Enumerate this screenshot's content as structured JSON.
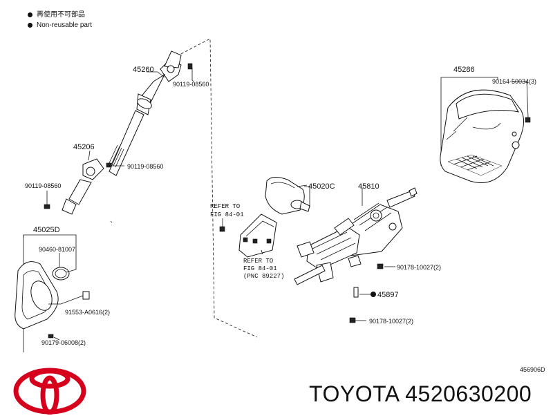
{
  "legend": {
    "items": [
      {
        "text": "再使用不可部品"
      },
      {
        "text": "Non-reusable part"
      }
    ]
  },
  "parts": {
    "p45260": "45260",
    "p45206": "45206",
    "p45025d": "45025D",
    "p45286": "45286",
    "p45020c": "45020C",
    "p45810": "45810",
    "p45897": "45897",
    "b_90119_08560_a": "90119-08560",
    "b_90119_08560_b": "90119-08560",
    "b_90119_08560_c": "90119-08560",
    "b_90460_81007": "90460-81007",
    "b_91553_a0616": "91553-A0616(2)",
    "b_90179_06008": "90179-06008(2)",
    "b_90164_50034": "90164-50034(3)",
    "b_90178_10027_a": "90178-10027(2)",
    "b_90178_10027_b": "90178-10027(2)"
  },
  "refs": {
    "r1_line1": "REFER TO",
    "r1_line2": "FIG 84-01",
    "r2_line1": "REFER TO",
    "r2_line2": "FIG 84-01",
    "r2_line3": "(PNC 89227)"
  },
  "diagram_code": "456906D",
  "brand_text": "TOYOTA 4520630200",
  "colors": {
    "ink": "#111111",
    "logo": "#d6001c"
  }
}
